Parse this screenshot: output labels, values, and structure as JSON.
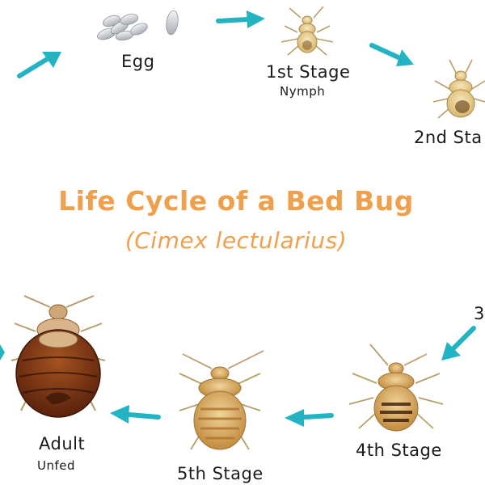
{
  "title": "Life Cycle of a Bed Bug",
  "subtitle": "(Cimex lectularius)",
  "colors": {
    "title": "#f0a04c",
    "arrow": "#23b4c4",
    "nymph_light": "#e8d39a",
    "nymph_mid": "#d9b064",
    "adult_dark": "#6b2e12",
    "egg": "#d4d7db"
  },
  "stages": [
    {
      "id": "egg",
      "label": "Egg",
      "sublabel": ""
    },
    {
      "id": "stage1",
      "label": "1st Stage",
      "sublabel": "Nymph"
    },
    {
      "id": "stage2",
      "label": "2nd Sta",
      "sublabel": ""
    },
    {
      "id": "stage3",
      "label": "3",
      "sublabel": ""
    },
    {
      "id": "stage4",
      "label": "4th Stage",
      "sublabel": ""
    },
    {
      "id": "stage5",
      "label": "5th Stage",
      "sublabel": ""
    },
    {
      "id": "adult",
      "label": "Adult",
      "sublabel": "Unfed"
    }
  ]
}
